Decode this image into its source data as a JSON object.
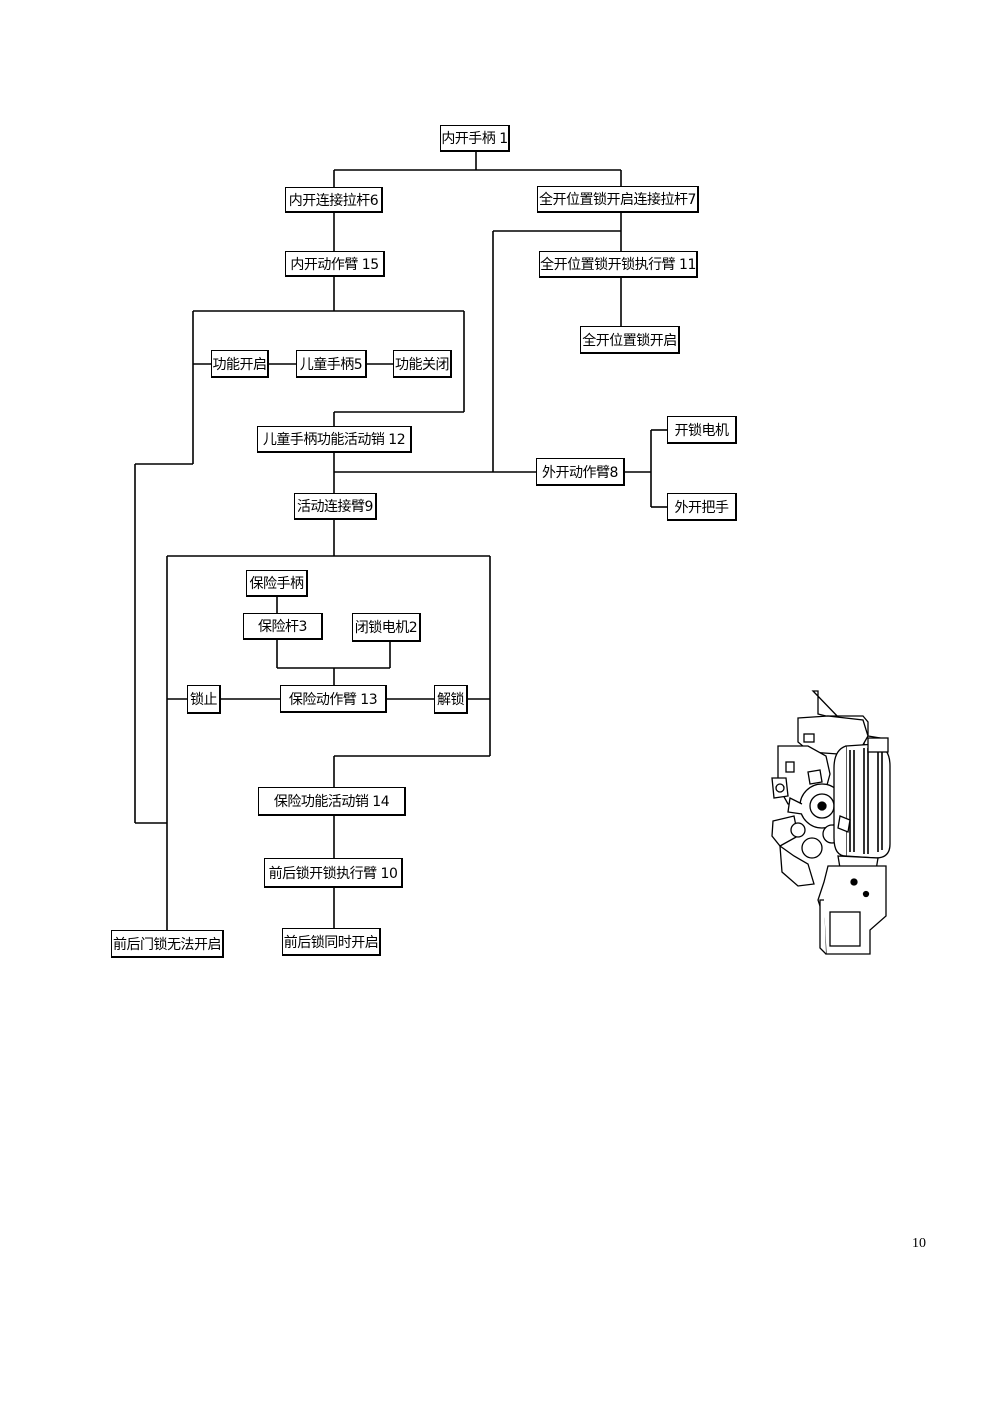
{
  "nodes": {
    "inner_handle": "内开手柄 1",
    "inner_link_rod": "内开连接拉杆6",
    "full_open_link_rod": "全开位置锁开启连接拉杆7",
    "inner_action_arm": "内开动作臂 15",
    "full_open_actuator_arm": "全开位置锁开锁执行臂 11",
    "full_open_lock_open": "全开位置锁开启",
    "function_open": "功能开启",
    "child_handle": "儿童手柄5",
    "function_close": "功能关闭",
    "child_pin": "儿童手柄功能活动销 12",
    "outer_action_arm": "外开动作臂8",
    "unlock_motor": "开锁电机",
    "outer_handle": "外开把手",
    "moving_link_arm": "活动连接臂9",
    "safety_handle": "保险手柄",
    "safety_lever": "保险杆3",
    "lock_motor": "闭锁电机2",
    "lock_stop": "锁止",
    "safety_action_arm": "保险动作臂 13",
    "release": "解锁",
    "safety_pin": "保险功能活动销 14",
    "front_rear_actuator_arm": "前后锁开锁执行臂 10",
    "front_rear_unopenable": "前后门锁无法开启",
    "front_rear_simultaneous": "前后锁同时开启"
  },
  "page_number": "10",
  "illustration": "door-lock-mechanism"
}
